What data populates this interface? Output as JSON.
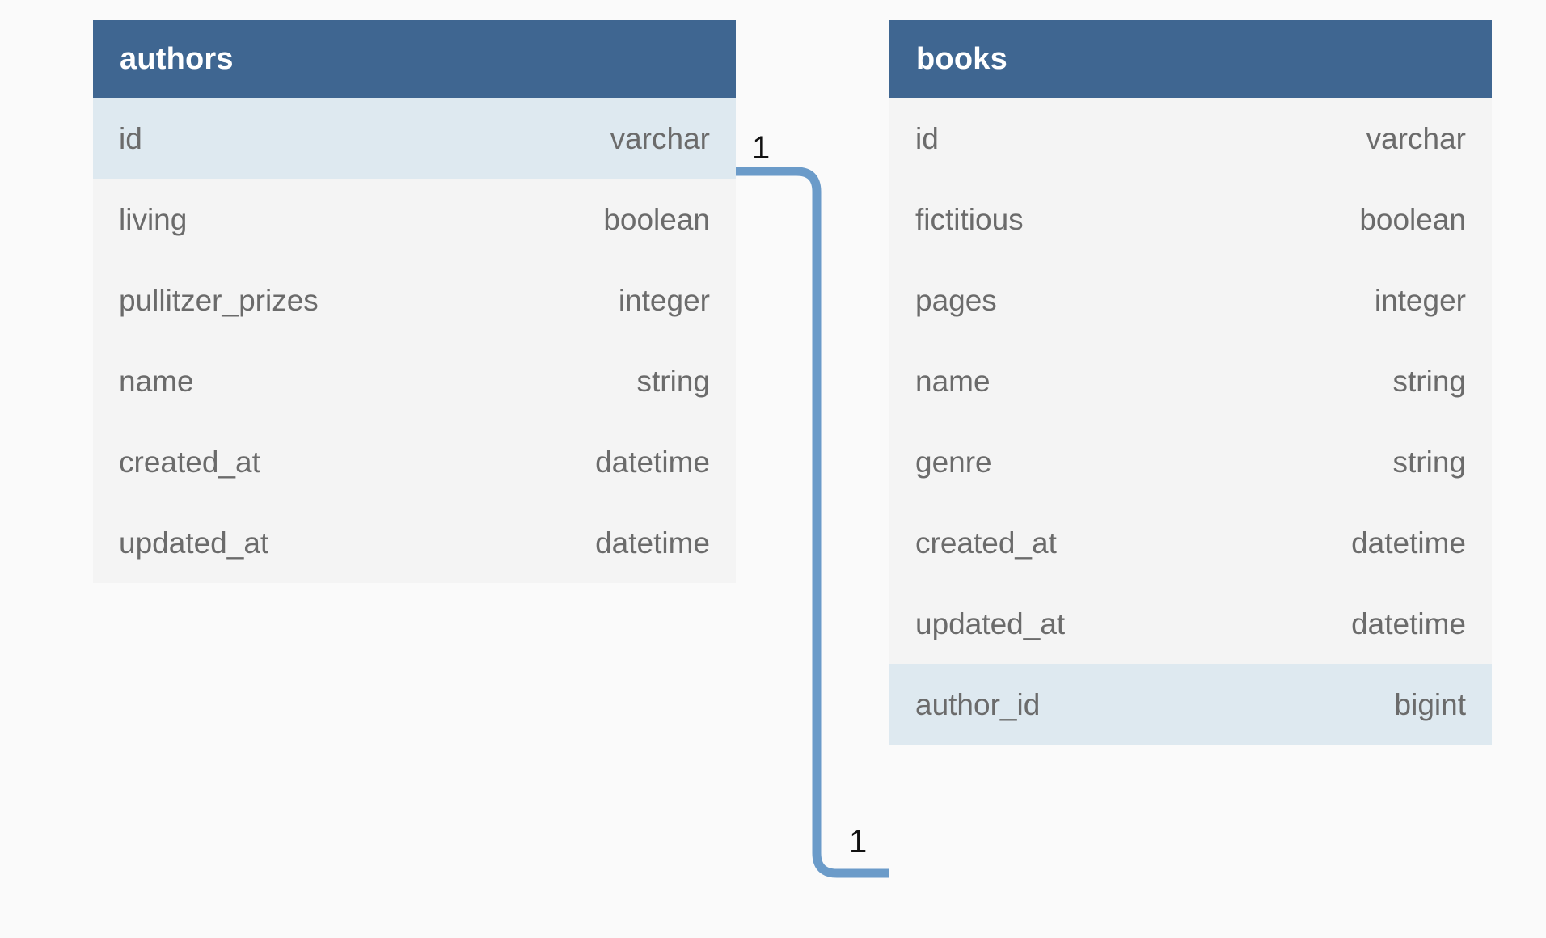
{
  "diagram": {
    "type": "entity-relationship-diagram",
    "canvas_background": "#FAFAFA",
    "header_color": "#3F6691",
    "row_color": "#F4F4F4",
    "key_row_color": "#DEE9F0",
    "text_color": "#6B6B6B",
    "connector_color": "#6B9BC9"
  },
  "tables": [
    {
      "name": "authors",
      "fields": [
        {
          "name": "id",
          "type": "varchar",
          "key": true
        },
        {
          "name": "living",
          "type": "boolean",
          "key": false
        },
        {
          "name": "pullitzer_prizes",
          "type": "integer",
          "key": false
        },
        {
          "name": "name",
          "type": "string",
          "key": false
        },
        {
          "name": "created_at",
          "type": "datetime",
          "key": false
        },
        {
          "name": "updated_at",
          "type": "datetime",
          "key": false
        }
      ]
    },
    {
      "name": "books",
      "fields": [
        {
          "name": "id",
          "type": "varchar",
          "key": false
        },
        {
          "name": "fictitious",
          "type": "boolean",
          "key": false
        },
        {
          "name": "pages",
          "type": "integer",
          "key": false
        },
        {
          "name": "name",
          "type": "string",
          "key": false
        },
        {
          "name": "genre",
          "type": "string",
          "key": false
        },
        {
          "name": "created_at",
          "type": "datetime",
          "key": false
        },
        {
          "name": "updated_at",
          "type": "datetime",
          "key": false
        },
        {
          "name": "author_id",
          "type": "bigint",
          "key": true
        }
      ]
    }
  ],
  "relationship": {
    "from_table": "authors",
    "from_field": "id",
    "to_table": "books",
    "to_field": "author_id",
    "source_cardinality": "1",
    "target_cardinality": "1"
  }
}
